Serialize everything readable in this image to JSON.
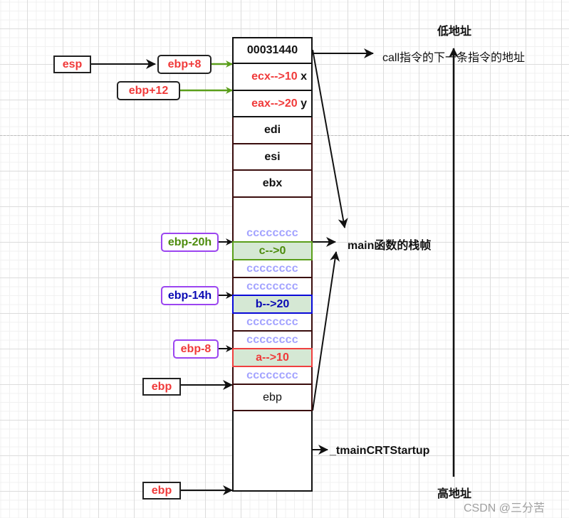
{
  "title_low_address": "低地址",
  "title_high_address": "高地址",
  "call_next_instruction": "call指令的下一条指令的地址",
  "main_frame_label": "main函数的栈帧",
  "tmain_label": "_tmainCRTStartup",
  "watermark": "CSDN @三分苦",
  "pointers": {
    "esp": "esp",
    "ebp_plus_8": "ebp+8",
    "ebp_plus_12": "ebp+12",
    "ebp_minus_20h": "ebp-20h",
    "ebp_minus_14h": "ebp-14h",
    "ebp_minus_8": "ebp-8",
    "ebp_current": "ebp",
    "ebp_previous": "ebp"
  },
  "stack": {
    "return_address": "00031440",
    "param_x": {
      "value": "ecx-->10",
      "name": "x"
    },
    "param_y": {
      "value": "eax-->20",
      "name": "y"
    },
    "saved_edi": "edi",
    "saved_esi": "esi",
    "saved_ebx": "ebx",
    "fill": "cccccccc",
    "var_c": "c-->0",
    "var_b": "b-->20",
    "var_a": "a-->10",
    "saved_ebp": "ebp"
  },
  "colors": {
    "red_text": "#f03a3a",
    "green_arrow": "#5a9e1a",
    "green_text": "#4d8c0d",
    "blue_text": "#0a0ab4",
    "purple_border": "#9b45f0",
    "fill_text": "#a3a3ff",
    "var_fill": "#d5e8d4"
  }
}
